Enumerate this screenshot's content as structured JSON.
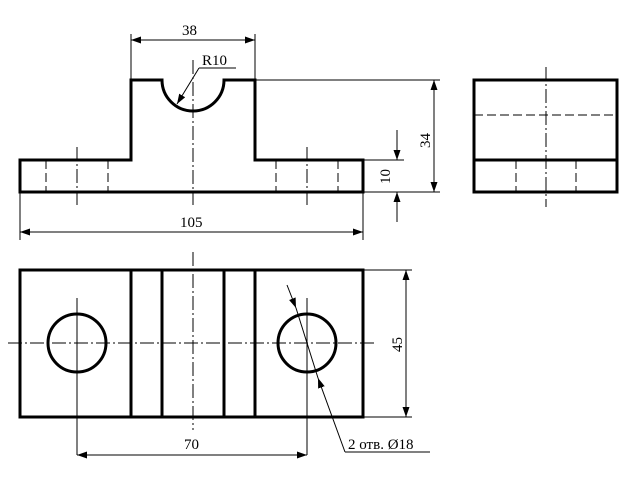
{
  "dimensions": {
    "top_width": "38",
    "radius": "R10",
    "total_height": "34",
    "base_height": "10",
    "total_length": "105",
    "width": "45",
    "hole_spacing": "70",
    "holes_note": "2 отв. Ø18"
  }
}
